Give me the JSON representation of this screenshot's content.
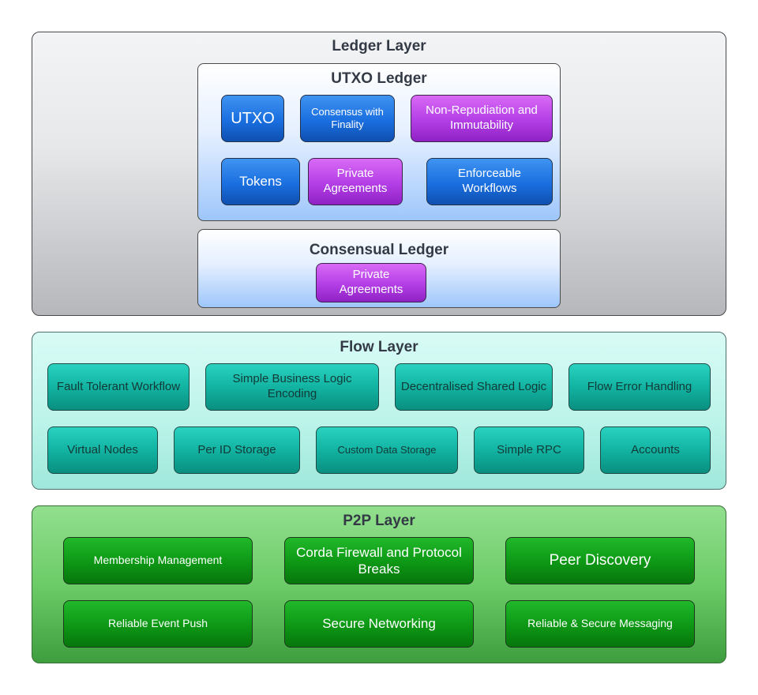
{
  "ledger_layer": {
    "title": "Ledger Layer",
    "utxo_ledger": {
      "title": "UTXO Ledger",
      "boxes": [
        "UTXO",
        "Consensus with Finality",
        "Non-Repudiation and Immutability",
        "Tokens",
        "Private Agreements",
        "Enforceable Workflows"
      ]
    },
    "consensual_ledger": {
      "title": "Consensual Ledger",
      "boxes": [
        "Private Agreements"
      ]
    }
  },
  "flow_layer": {
    "title": "Flow Layer",
    "boxes": [
      "Fault Tolerant Workflow",
      "Simple Business Logic Encoding",
      "Decentralised Shared Logic",
      "Flow Error Handling",
      "Virtual Nodes",
      "Per ID Storage",
      "Custom Data Storage",
      "Simple RPC",
      "Accounts"
    ]
  },
  "p2p_layer": {
    "title": "P2P Layer",
    "boxes": [
      "Membership Management",
      "Corda Firewall and Protocol Breaks",
      "Peer Discovery",
      "Reliable Event Push",
      "Secure Networking",
      "Reliable & Secure Messaging"
    ]
  },
  "colors": {
    "ledger_layer": "#dcdde0",
    "flow_layer": "#bdf4ea",
    "p2p_layer": "#6ccc67",
    "blue_box": "#1a6fe0",
    "purple_box": "#b33ee6",
    "teal_box": "#12b3a2",
    "green_box": "#0e9a16"
  }
}
